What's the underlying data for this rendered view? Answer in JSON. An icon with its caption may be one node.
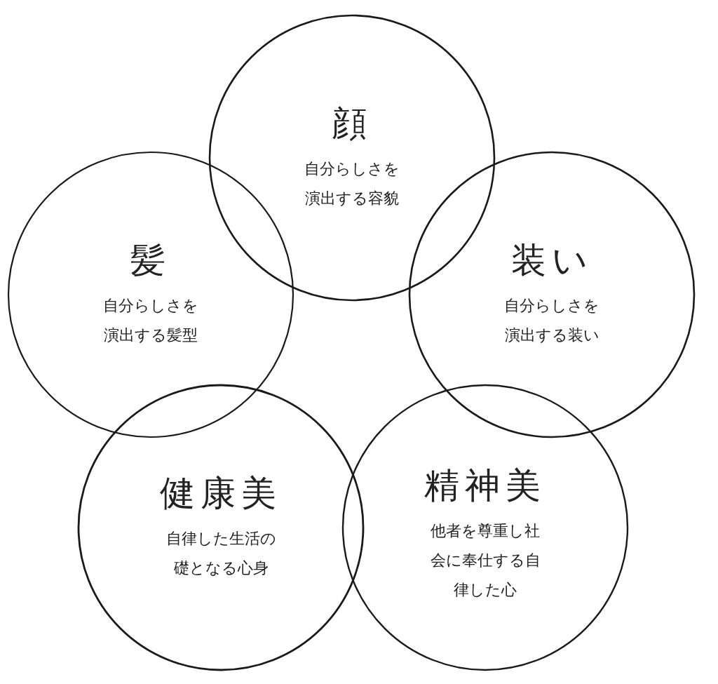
{
  "diagram": {
    "nodes": [
      {
        "text": [
          "顔",
          "自分らしさを演出する容貌"
        ]
      },
      {
        "text": [
          "髪",
          "自分らしさを演出する髪型"
        ]
      },
      {
        "text": [
          "装い",
          "自分らしさを演出する装い"
        ]
      },
      {
        "text": [
          "健康美",
          "自律した生活の礎となる心身"
        ]
      },
      {
        "text": [
          "精神美",
          "他者を尊重し社会に奉仕する自律した心"
        ]
      }
    ]
  }
}
